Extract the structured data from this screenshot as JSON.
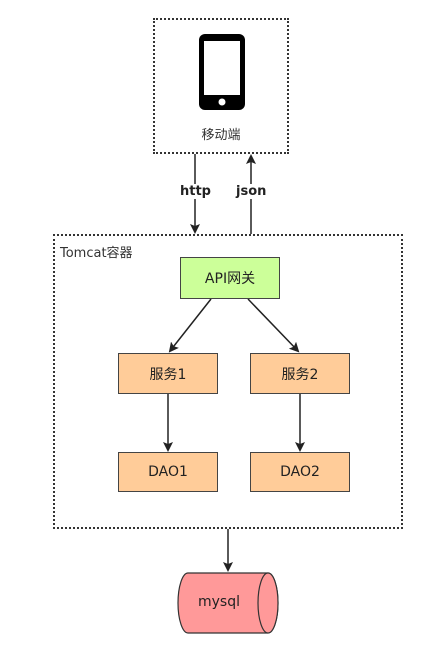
{
  "mobile": {
    "label": "移动端",
    "icon": "smartphone-icon"
  },
  "container": {
    "label": "Tomcat容器"
  },
  "edges": {
    "request_label": "http",
    "response_label": "json"
  },
  "nodes": {
    "api_gateway": {
      "label": "API网关",
      "fill": "#ccff99"
    },
    "service1": {
      "label": "服务1",
      "fill": "#ffcc99"
    },
    "service2": {
      "label": "服务2",
      "fill": "#ffcc99"
    },
    "dao1": {
      "label": "DAO1",
      "fill": "#ffcc99"
    },
    "dao2": {
      "label": "DAO2",
      "fill": "#ffcc99"
    },
    "database": {
      "label": "mysql",
      "fill": "#ff9999"
    }
  }
}
